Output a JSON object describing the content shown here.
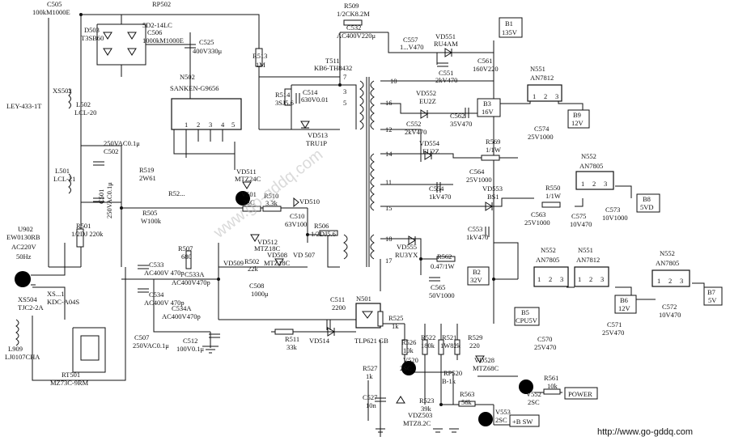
{
  "components": {
    "c505": {
      "ref": "C505",
      "value": "100kM1000E"
    },
    "rp502": {
      "ref": "RP502",
      "value": "5D2-14LC"
    },
    "d503": {
      "ref": "D503",
      "value": "T3SB60"
    },
    "c506": {
      "ref": "C506",
      "value": "1000kM1000E"
    },
    "c525": {
      "ref": "C525",
      "value": "400V330μ"
    },
    "r509": {
      "ref": "R509",
      "value": "1/2CK8.2M"
    },
    "c532": {
      "ref": "C532",
      "value": "AC400V220μ"
    },
    "c557": {
      "ref": "C557",
      "value": "1...V470"
    },
    "vd551": {
      "ref": "VD551",
      "value": "RU4AM"
    },
    "c551": {
      "ref": "C551",
      "value": "2kV470"
    },
    "c561": {
      "ref": "C561",
      "value": "160V220"
    },
    "t511": {
      "ref": "T511",
      "value": "KB6-TH8432"
    },
    "r513": {
      "ref": "R513",
      "value": "1M"
    },
    "xs502": {
      "ref": "XS502"
    },
    "ley": {
      "ref": "LEY-433-1T"
    },
    "l502": {
      "ref": "L502",
      "value": "LCL-20"
    },
    "n502": {
      "ref": "N502",
      "value": "SANKEN-G9656"
    },
    "r514": {
      "ref": "R514",
      "value": "3SJ5.6"
    },
    "c514": {
      "ref": "C514",
      "value": "630V0.01"
    },
    "vd513": {
      "ref": "VD513",
      "value": "TRU1P"
    },
    "c502": {
      "ref": "C502",
      "value": "250VAC0.1μ"
    },
    "l501": {
      "ref": "L501",
      "value": "LCL-21"
    },
    "r519": {
      "ref": "R519",
      "value": "2W61"
    },
    "r52x": {
      "ref": "R52..."
    },
    "vd511": {
      "ref": "VD511",
      "value": "MTZ24C"
    },
    "v501": {
      "ref": "V501",
      "value": "2SC"
    },
    "r510": {
      "ref": "R510",
      "value": "3.3k"
    },
    "vd510": {
      "ref": "VD510"
    },
    "c510": {
      "ref": "C510",
      "value": "63V100"
    },
    "r505": {
      "ref": "R505",
      "value": "W100k"
    },
    "r501": {
      "ref": "R501",
      "value": "1/2DJ 220k"
    },
    "c501": {
      "ref": "C501",
      "value": "250VAC0.1μ"
    },
    "u902": {
      "ref": "U902",
      "value": "EW0130RB"
    },
    "ac220": {
      "ref": "AC220V"
    },
    "hz50": {
      "ref": "50Hz"
    },
    "r507": {
      "ref": "R507",
      "value": "680"
    },
    "vd512": {
      "ref": "VD512",
      "value": "MTZ18C"
    },
    "vd508": {
      "ref": "VD508",
      "value": "MTZ18C"
    },
    "vd507": {
      "ref": "VD 507"
    },
    "vd509": {
      "ref": "VD509"
    },
    "r502x": {
      "ref": "R502",
      "value": "22k"
    },
    "c508": {
      "ref": "C508",
      "value": "1000μ"
    },
    "r506": {
      "ref": "R506",
      "value": "1/2DJ5.6"
    },
    "c533": {
      "ref": "C533",
      "value": "AC400V 470p"
    },
    "c534": {
      "ref": "C534",
      "value": "AC400V 470p"
    },
    "c533a": {
      "ref": "C533A",
      "value": "AC400V470p"
    },
    "c534a": {
      "ref": "C534A",
      "value": "AC400V470p"
    },
    "xs504": {
      "ref": "XS504",
      "value": "TJC2-2A"
    },
    "xs1": {
      "ref": "XS...1",
      "value": "KDC-A04S"
    },
    "l909": {
      "ref": "L909",
      "value": "LJ0107CHA"
    },
    "rt501": {
      "ref": "RT501",
      "value": "MZ73C-9RM"
    },
    "c507": {
      "ref": "C507",
      "value": "250VAC0.1μ"
    },
    "c512": {
      "ref": "C512",
      "value": "100V0.1μ"
    },
    "r511": {
      "ref": "R511",
      "value": "33k"
    },
    "vd514": {
      "ref": "VD514"
    },
    "c511": {
      "ref": "C511",
      "value": "2200"
    },
    "n501": {
      "ref": "N501",
      "value": "TLP621 GB"
    },
    "r525": {
      "ref": "R525",
      "value": "1k"
    },
    "r526": {
      "ref": "R526",
      "value": "10k"
    },
    "r522": {
      "ref": "R522",
      "value": "180k"
    },
    "r521": {
      "ref": "R521",
      "value": "1W82k"
    },
    "r529": {
      "ref": "R529",
      "value": "220"
    },
    "vd528": {
      "ref": "VD528",
      "value": "MTZ68C"
    },
    "r527": {
      "ref": "R527",
      "value": "1k"
    },
    "v520": {
      "ref": "V520",
      "value": "2SC"
    },
    "rp520": {
      "ref": "RP520",
      "value": "B-1k"
    },
    "c527": {
      "ref": "C527",
      "value": "10n"
    },
    "r523": {
      "ref": "R523",
      "value": "39k"
    },
    "vdz503": {
      "ref": "VDZ503",
      "value": "MTZ8.2C"
    },
    "r563": {
      "ref": "R563",
      "value": "56k"
    },
    "v553": {
      "ref": "V553",
      "value": "2SC"
    },
    "v552": {
      "ref": "V552",
      "value": "2SC"
    },
    "r561": {
      "ref": "R561",
      "value": "10k"
    },
    "vd552": {
      "ref": "VD552",
      "value": "EU2Z"
    },
    "c552": {
      "ref": "C552",
      "value": "2kV470"
    },
    "c562": {
      "ref": "C562",
      "value": "35V470"
    },
    "vd554": {
      "ref": "VD554",
      "value": "EU2Z"
    },
    "r569": {
      "ref": "R569",
      "value": "1/1W"
    },
    "c564": {
      "ref": "C564",
      "value": "25V1000"
    },
    "c554": {
      "ref": "C554",
      "value": "1kV470"
    },
    "vd553": {
      "ref": "VD553",
      "value": "BS1"
    },
    "c553": {
      "ref": "C553",
      "value": "1kV470"
    },
    "r550": {
      "ref": "R550",
      "value": "1/1W"
    },
    "c563": {
      "ref": "C563",
      "value": "25V1000"
    },
    "c575": {
      "ref": "C575",
      "value": "10V470"
    },
    "c573": {
      "ref": "C573",
      "value": "10V1000"
    },
    "vd555": {
      "ref": "VD555",
      "value": "RU3YX"
    },
    "r562": {
      "ref": "R562",
      "value": "0.47/1W"
    },
    "c565": {
      "ref": "C565",
      "value": "50V1000"
    },
    "n551a": {
      "ref": "N551",
      "value": "AN7812"
    },
    "n552a": {
      "ref": "N552",
      "value": "AN7805"
    },
    "n552b": {
      "ref": "N552",
      "value": "AN7805"
    },
    "n551b": {
      "ref": "N551",
      "value": "AN7812"
    },
    "n552c": {
      "ref": "N552",
      "value": "AN7805"
    },
    "c574": {
      "ref": "C574",
      "value": "25V1000"
    },
    "c570": {
      "ref": "C570",
      "value": "25V470"
    },
    "c571": {
      "ref": "C571",
      "value": "25V470"
    },
    "c572": {
      "ref": "C572",
      "value": "10V470"
    }
  },
  "terminals": {
    "b1": {
      "ref": "B1",
      "value": "135V"
    },
    "b3": {
      "ref": "B3",
      "value": "16V"
    },
    "b9": {
      "ref": "B9",
      "value": "12V"
    },
    "b8": {
      "ref": "B8",
      "value": "5VD"
    },
    "b2": {
      "ref": "B2",
      "value": "32V"
    },
    "b5": {
      "ref": "B5",
      "value": "CPU5V"
    },
    "b6": {
      "ref": "B6",
      "value": "12V"
    },
    "b7": {
      "ref": "B7",
      "value": "5V"
    },
    "power": {
      "label": "POWER"
    },
    "bsw": {
      "label": "+B SW"
    }
  },
  "pins": {
    "n502": [
      "1",
      "2",
      "3",
      "4",
      "5"
    ],
    "t511": [
      "7",
      "3",
      "5",
      "10",
      "16",
      "12",
      "14",
      "11",
      "15",
      "18",
      "17"
    ],
    "reg_a": [
      "1",
      "2",
      "3"
    ],
    "reg_b": [
      "1",
      "2",
      "3"
    ],
    "reg_c": [
      "1",
      "2",
      "3"
    ],
    "reg_d": [
      "1",
      "2",
      "3"
    ],
    "reg_e": [
      "1",
      "2",
      "3"
    ]
  },
  "watermark": "www.go-gddq.com",
  "footer_url": "http://www.go-gddq.com"
}
